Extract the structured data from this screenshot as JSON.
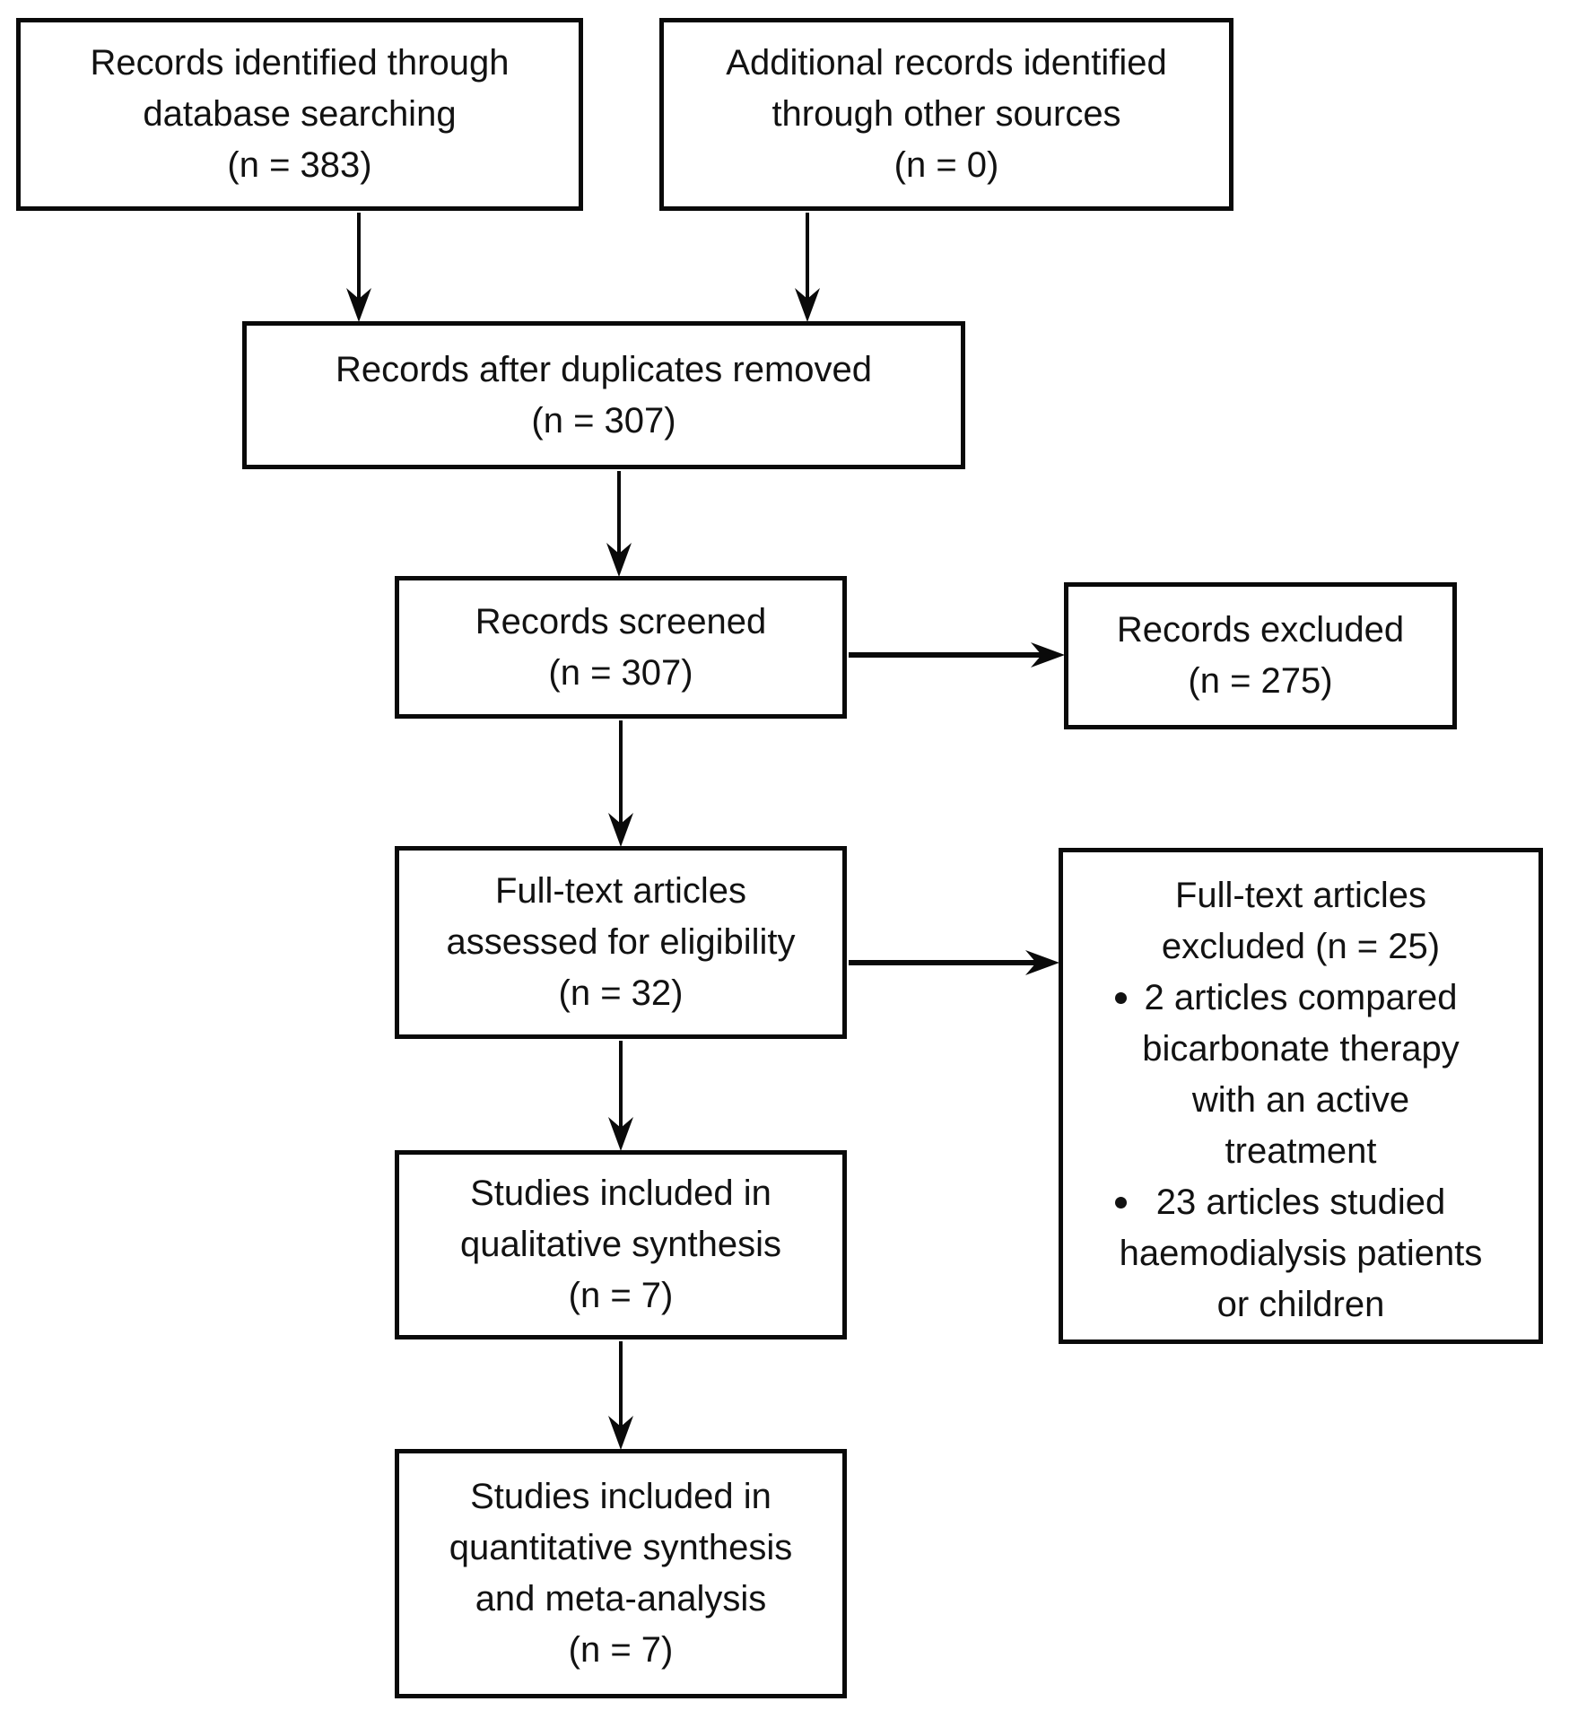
{
  "figure": {
    "type": "flowchart",
    "colors": {
      "box_border": "#0a0a0a",
      "box_fill": "#ffffff",
      "text": "#121212",
      "arrow": "#0a0a0a"
    },
    "boxes": {
      "identified": {
        "lines": [
          "Records identified through",
          "database searching",
          "(n = 383)"
        ]
      },
      "other_sources": {
        "lines": [
          "Additional records identified",
          "through other sources",
          "(n = 0)"
        ]
      },
      "duplicates_removed": {
        "lines": [
          "Records after duplicates removed",
          "(n = 307)"
        ]
      },
      "screened": {
        "lines": [
          "Records screened",
          "(n = 307)"
        ]
      },
      "records_excluded": {
        "lines": [
          "Records excluded",
          "(n = 275)"
        ]
      },
      "fulltext_assessed": {
        "lines": [
          "Full-text articles",
          "assessed for eligibility",
          "(n = 32)"
        ]
      },
      "fulltext_excluded": {
        "title_lines": [
          "Full-text articles",
          "excluded (n = 25)"
        ],
        "bullets": [
          {
            "lines": [
              "2 articles compared",
              "bicarbonate therapy",
              "with an active",
              "treatment"
            ]
          },
          {
            "lines": [
              "23 articles studied",
              "haemodialysis patients",
              "or children"
            ]
          }
        ]
      },
      "qualitative": {
        "lines": [
          "Studies included in",
          "qualitative synthesis",
          "(n = 7)"
        ]
      },
      "quantitative": {
        "lines": [
          "Studies included in",
          "quantitative synthesis",
          "and meta-analysis",
          "(n = 7)"
        ]
      }
    }
  }
}
